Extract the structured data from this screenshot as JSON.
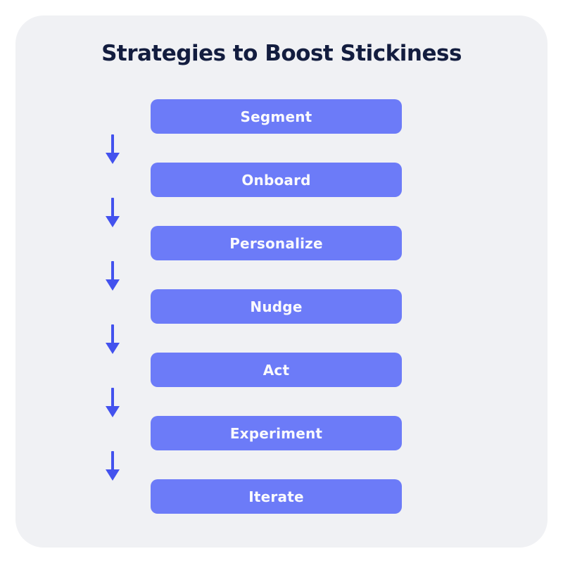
{
  "title": "Strategies to Boost Stickiness",
  "flow": {
    "steps": [
      {
        "label": "Segment"
      },
      {
        "label": "Onboard"
      },
      {
        "label": "Personalize"
      },
      {
        "label": "Nudge"
      },
      {
        "label": "Act"
      },
      {
        "label": "Experiment"
      },
      {
        "label": "Iterate"
      }
    ],
    "connector_icon": "down-arrow"
  },
  "colors": {
    "panel_bg": "#F0F1F4",
    "box_fill": "#6C7BF8",
    "box_text": "#FAFAFD",
    "arrow": "#4352EE",
    "title_text": "#131D3F"
  }
}
